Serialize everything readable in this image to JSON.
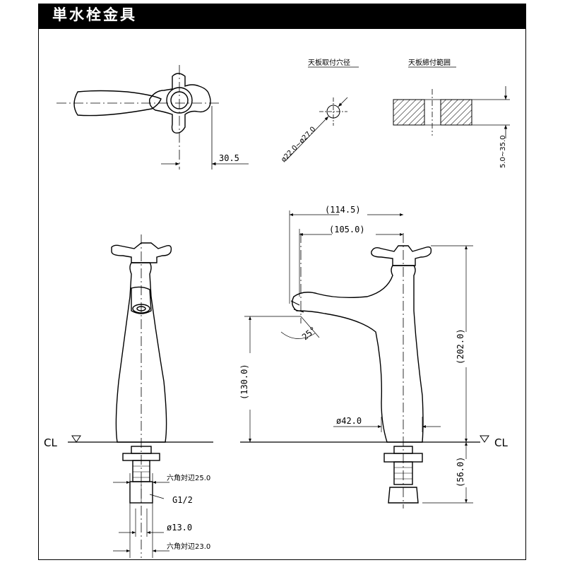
{
  "title": "単水栓金具",
  "views": {
    "top": {
      "dimension": "30.5"
    },
    "hole": {
      "title": "天板取付穴径",
      "diameter": "ø22.0~ø27.0"
    },
    "clamp": {
      "title": "天板締付範囲",
      "range": "5.0~35.0"
    },
    "front": {
      "cl_label": "CL",
      "hex_top": "六角対辺25.0",
      "thread": "G1/2",
      "diameter_bottom": "ø13.0",
      "hex_bottom": "六角対辺23.0"
    },
    "side": {
      "reach_total": "(114.5)",
      "reach_spout": "(105.0)",
      "angle": "25°",
      "height_total": "(202.0)",
      "spout_height": "(130.0)",
      "base_diameter": "ø42.0",
      "shank_length": "(56.0)",
      "cl_label": "CL"
    }
  }
}
